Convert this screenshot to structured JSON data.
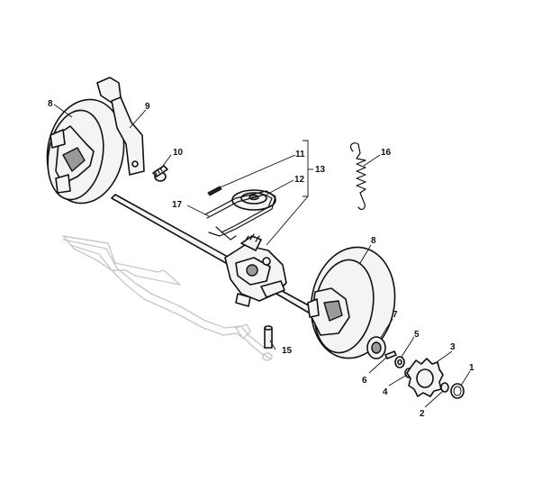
{
  "callouts": [
    {
      "id": "c1",
      "label": "1"
    },
    {
      "id": "c2",
      "label": "2"
    },
    {
      "id": "c3",
      "label": "3"
    },
    {
      "id": "c4",
      "label": "4"
    },
    {
      "id": "c5",
      "label": "5"
    },
    {
      "id": "c6",
      "label": "6"
    },
    {
      "id": "c7",
      "label": "7"
    },
    {
      "id": "c8a",
      "label": "8"
    },
    {
      "id": "c8b",
      "label": "8"
    },
    {
      "id": "c9",
      "label": "9"
    },
    {
      "id": "c10",
      "label": "10"
    },
    {
      "id": "c11",
      "label": "11"
    },
    {
      "id": "c12",
      "label": "12"
    },
    {
      "id": "c13",
      "label": "13"
    },
    {
      "id": "c15",
      "label": "15"
    },
    {
      "id": "c16",
      "label": "16"
    },
    {
      "id": "c17",
      "label": "17"
    }
  ]
}
